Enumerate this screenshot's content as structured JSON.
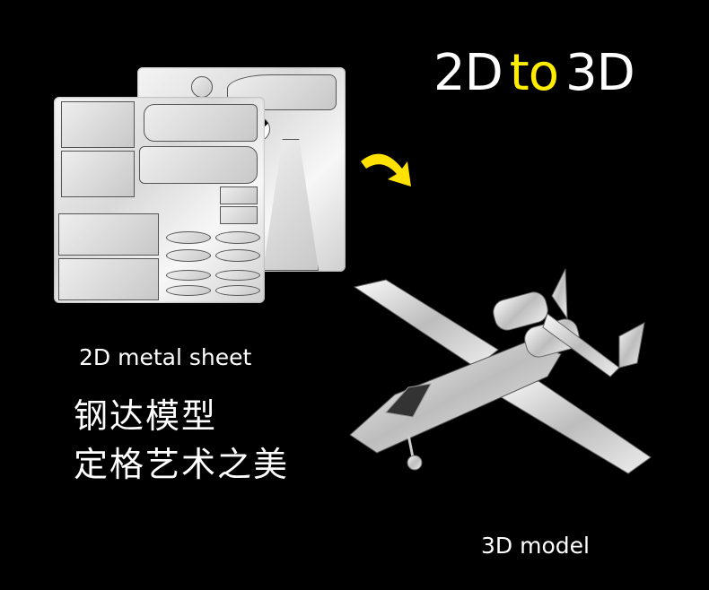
{
  "header": {
    "title_part1": "2D",
    "title_part2": "to",
    "title_part3": "3D",
    "accent_color": "#ffec00"
  },
  "sheet_section": {
    "label": "2D metal sheet",
    "image_desc": "metal-etch-sheets"
  },
  "tagline": {
    "line1": "钢达模型",
    "line2": "定格艺术之美"
  },
  "arrow": {
    "icon": "curved-arrow-right-down-icon",
    "color": "#ffe100"
  },
  "model_section": {
    "label": "3D model",
    "image_desc": "assembled-a10-aircraft-model"
  }
}
